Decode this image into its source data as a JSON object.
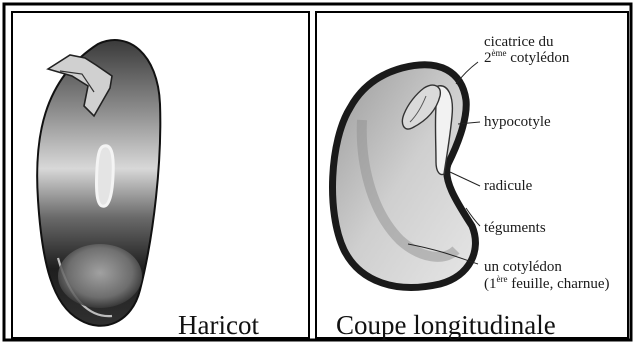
{
  "panels": {
    "left": {
      "caption": "Haricot"
    },
    "right": {
      "caption": "Coupe longitudinale"
    }
  },
  "labels": {
    "scar": {
      "line1": "cicatrice du",
      "line2_num": "2",
      "line2_sup": "ème",
      "line2_text": " cotylédon"
    },
    "hypocotyl": "hypocotyle",
    "radicle": "radicule",
    "tegument": "téguments",
    "cotyledon": {
      "line1": "un cotylédon",
      "line2_pre": "(1",
      "line2_sup": "ère",
      "line2_text": " feuille, charnue)"
    }
  },
  "colors": {
    "border": "#000000",
    "background": "#ffffff",
    "seed_dark": "#1e1e1e",
    "seed_gray": "#8a8a8a"
  }
}
